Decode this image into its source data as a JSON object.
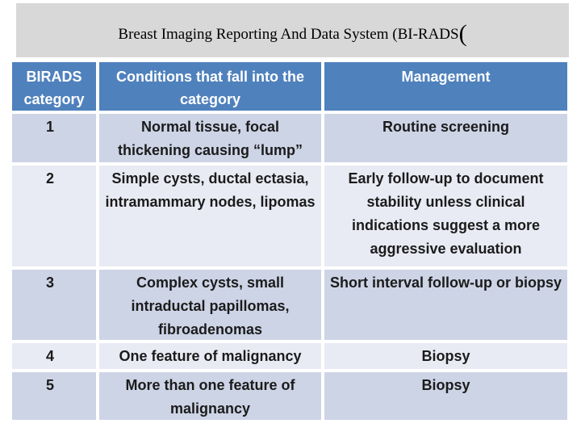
{
  "title": {
    "text": "Breast Imaging Reporting And Data System (BI-RADS",
    "trailing_paren": "("
  },
  "colors": {
    "title_bar_bg": "#d8d8d8",
    "header_bg": "#4f81bd",
    "header_text": "#ffffff",
    "row_band_dark": "#cdd4e6",
    "row_band_light": "#e9ebf4",
    "body_text": "#1b1b1b"
  },
  "table": {
    "headers": [
      "BIRADS category",
      "Conditions that fall into the category",
      "Management"
    ],
    "rows": [
      {
        "category": "1",
        "conditions": "Normal tissue, focal thickening causing “lump”",
        "management": "Routine screening"
      },
      {
        "category": "2",
        "conditions": "Simple cysts, ductal ectasia, intramammary nodes, lipomas",
        "management": "Early follow-up to document stability unless clinical indications suggest a more aggressive evaluation"
      },
      {
        "category": "3",
        "conditions": "Complex cysts, small intraductal papillomas, fibroadenomas",
        "management": "Short interval follow-up or biopsy"
      },
      {
        "category": "4",
        "conditions": "One feature of malignancy",
        "management": "Biopsy"
      },
      {
        "category": "5",
        "conditions": "More than one feature of malignancy",
        "management": "Biopsy"
      }
    ]
  }
}
